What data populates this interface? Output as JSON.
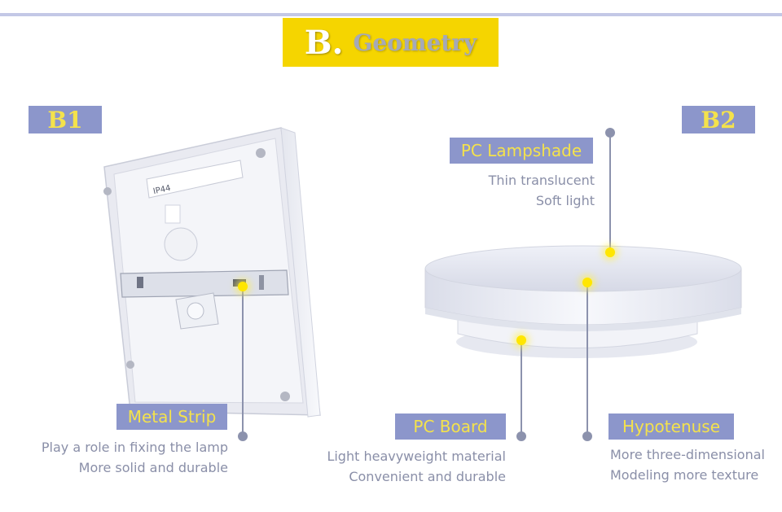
{
  "header": {
    "letter": "B.",
    "word": "Geometry"
  },
  "badges": {
    "left": "B1",
    "right": "B2"
  },
  "panel_b1": {
    "sticker_text": "IP44",
    "part_label": "Metal Strip",
    "desc_line1": "Play a role in fixing the lamp",
    "desc_line2": "More solid and durable"
  },
  "panel_b2": {
    "lampshade": {
      "label": "PC Lampshade",
      "line1": "Thin translucent",
      "line2": "Soft light"
    },
    "board": {
      "label": "PC Board",
      "line1": "Light heavyweight material",
      "line2": "Convenient and durable"
    },
    "hypotenuse": {
      "label": "Hypotenuse",
      "line1": "More three-dimensional",
      "line2": "Modeling more texture"
    }
  },
  "colors": {
    "accent_yellow": "#f5d500",
    "badge_blue": "#8c96cb",
    "label_text": "#f4e24c",
    "desc_gray": "#8a8fa8"
  }
}
